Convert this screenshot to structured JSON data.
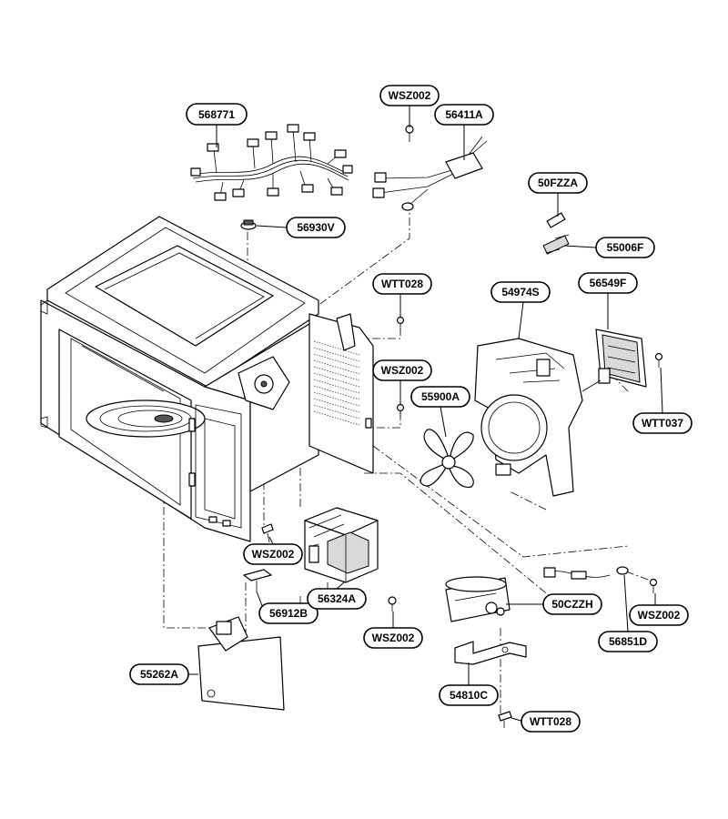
{
  "diagram": {
    "labels": {
      "568771": "568771",
      "wsz002_top": "WSZ002",
      "56411A": "56411A",
      "50FZZA": "50FZZA",
      "55006F": "55006F",
      "56930V": "56930V",
      "wtt028_top": "WTT028",
      "54974S": "54974S",
      "56549F": "56549F",
      "wsz002_mid": "WSZ002",
      "55900A": "55900A",
      "WTT037": "WTT037",
      "wsz002_trans": "WSZ002",
      "56912B": "56912B",
      "56324A": "56324A",
      "wsz002_cap": "WSZ002",
      "50CZZH": "50CZZH",
      "wsz002_right": "WSZ002",
      "55262A": "55262A",
      "56851D": "56851D",
      "54810C": "54810C",
      "wtt028_bottom": "WTT028"
    }
  }
}
